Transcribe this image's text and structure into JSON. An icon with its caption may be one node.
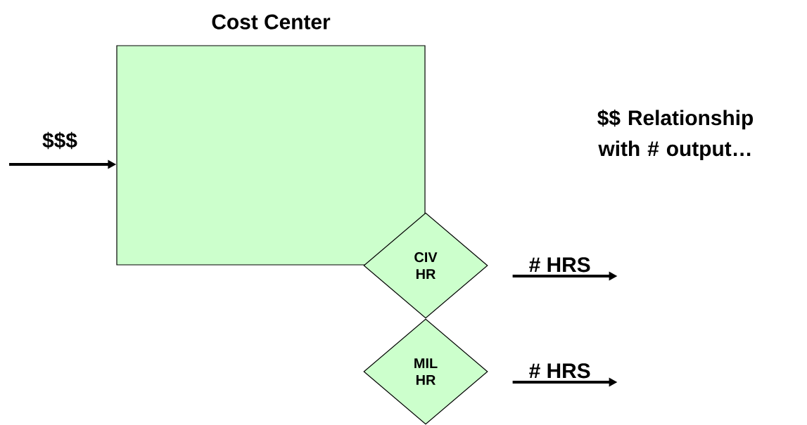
{
  "diagram": {
    "nodes": [
      {
        "text": [
          "Cost Center"
        ]
      },
      {
        "text": [
          "CIV HR"
        ]
      },
      {
        "text": [
          "MIL HR"
        ]
      }
    ],
    "edges": [
      {
        "from": null,
        "to": 0,
        "arrow": "to",
        "label": "$$$"
      },
      {
        "from": 1,
        "to": null,
        "arrow": "to",
        "label": "# HRS"
      },
      {
        "from": 2,
        "to": null,
        "arrow": "to",
        "label": "# HRS"
      }
    ],
    "labels": [
      "$$ Relationship with # output…"
    ]
  }
}
